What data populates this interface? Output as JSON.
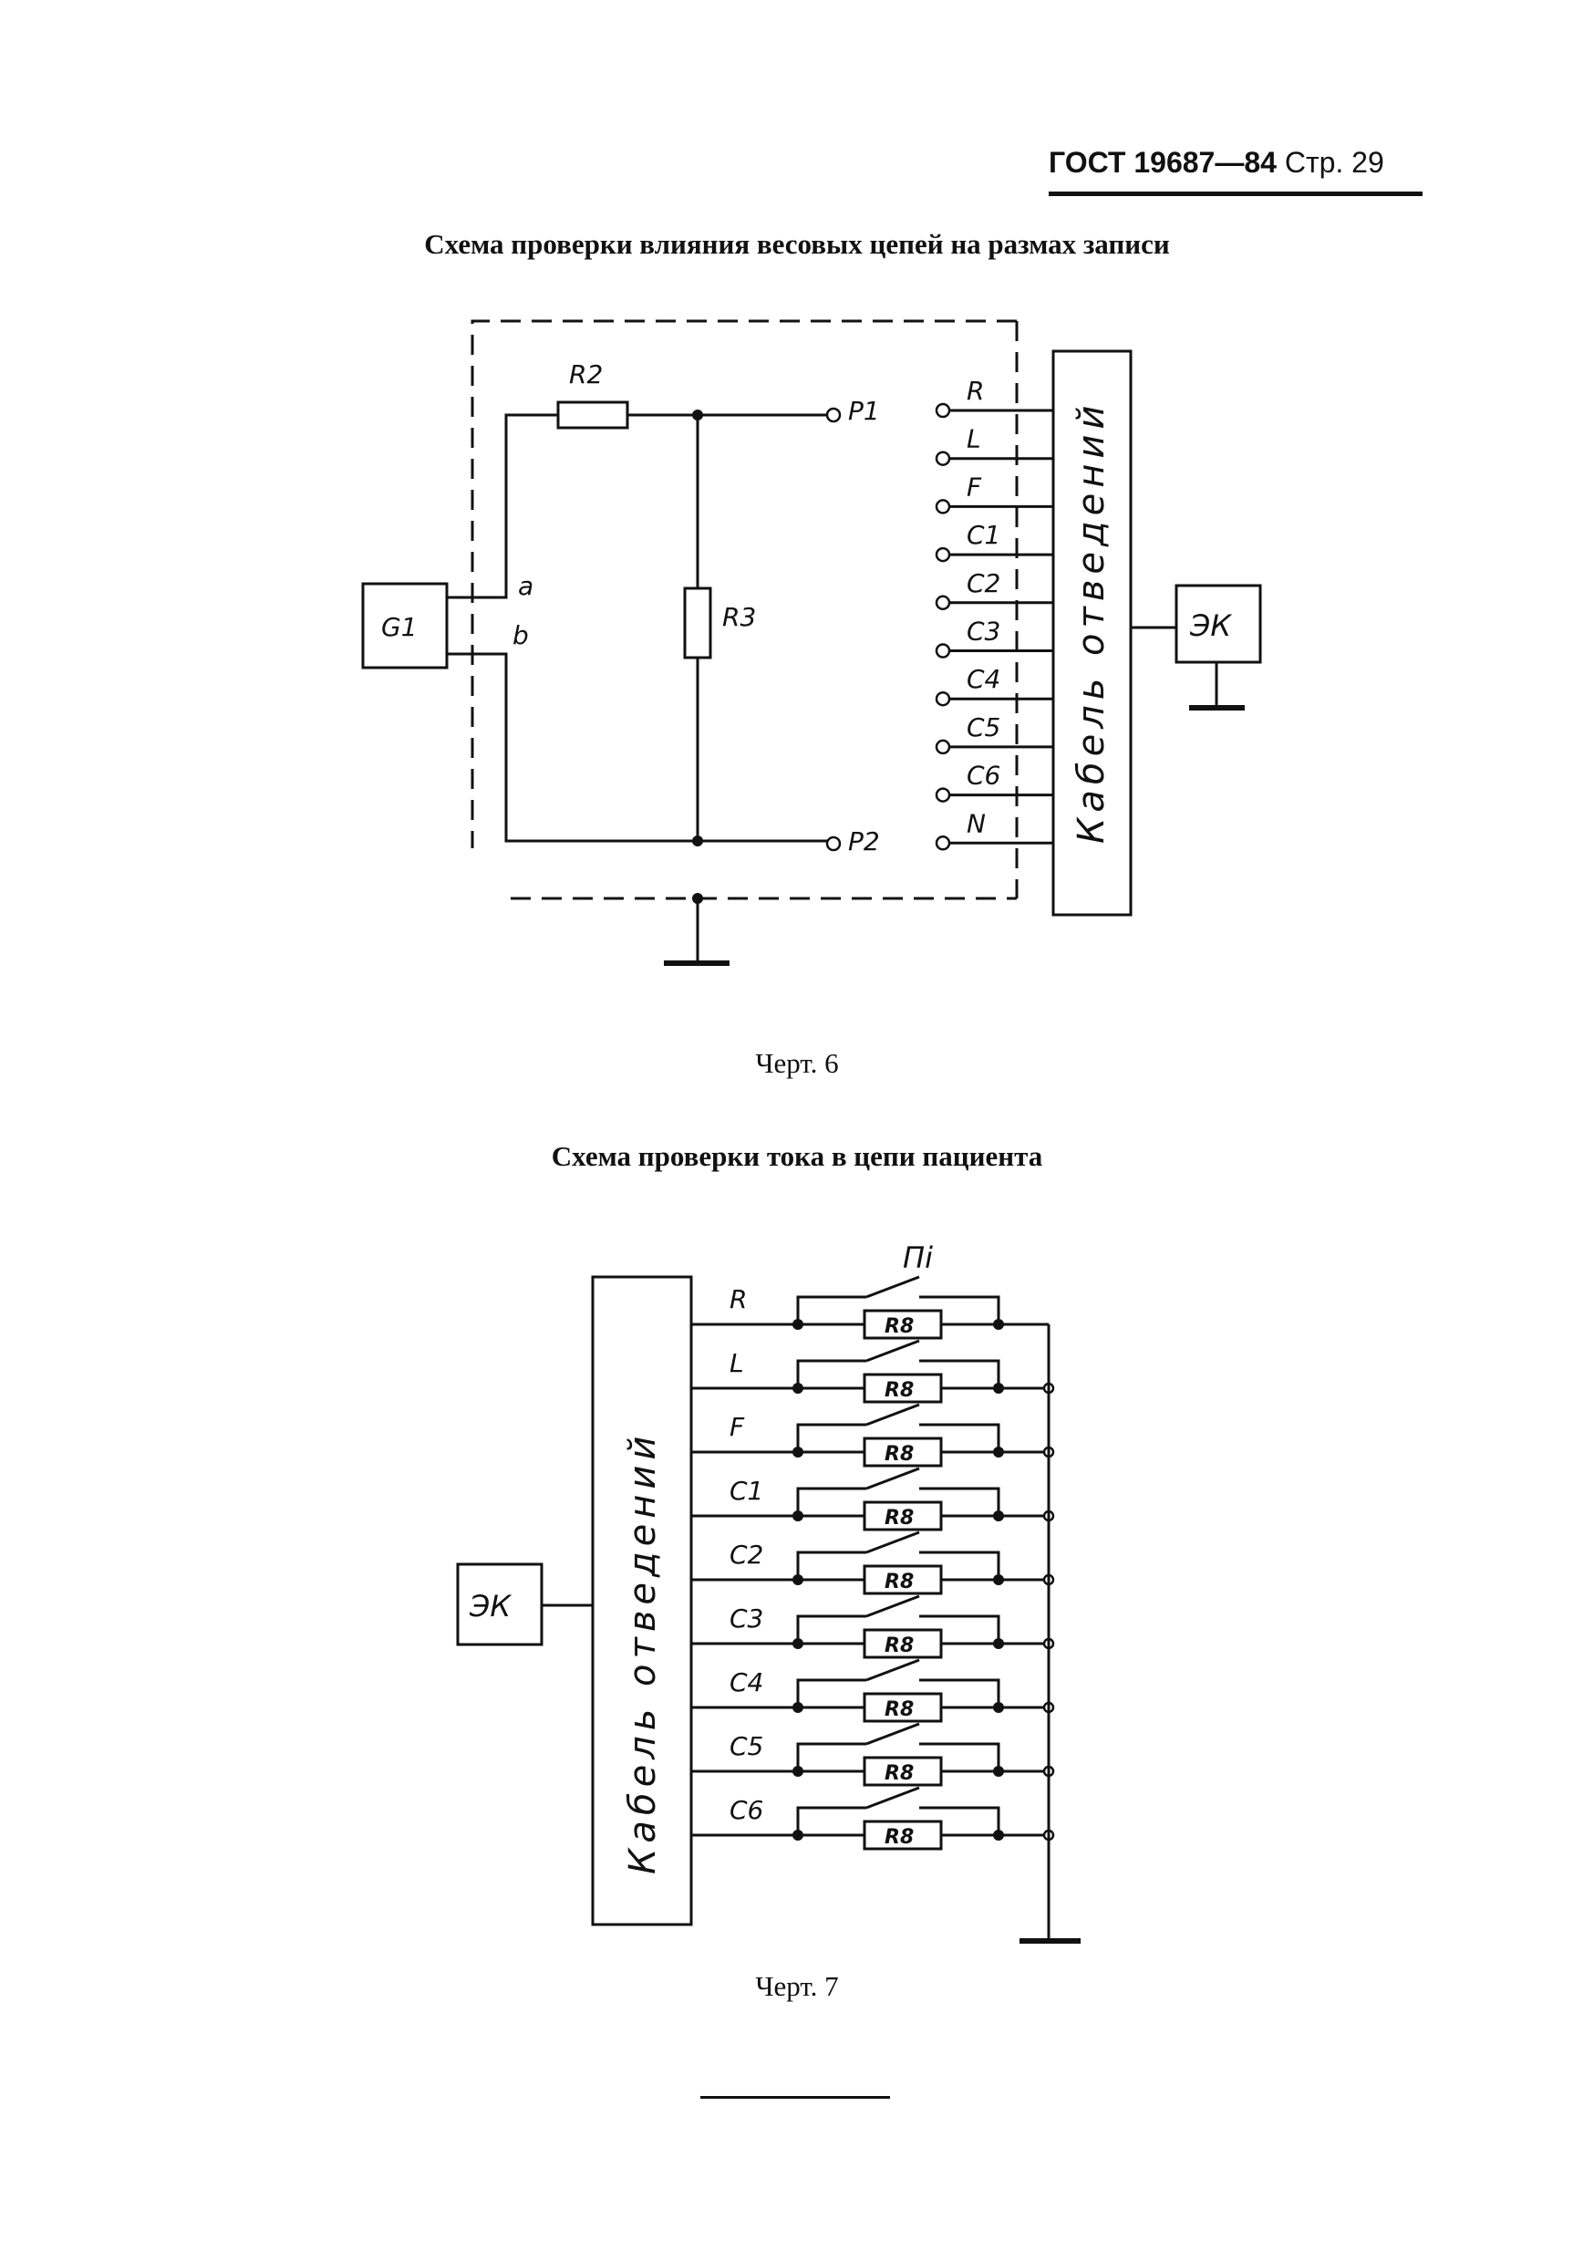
{
  "header": {
    "gost": "ГОСТ 19687—84",
    "page": "Стр. 29"
  },
  "figure6": {
    "title": "Схема проверки влияния весовых цепей на размах записи",
    "caption": "Черт. 6",
    "generator": "G1",
    "r2": "R2",
    "r3": "R3",
    "port_a": "a",
    "port_b": "b",
    "p1": "P1",
    "p2": "P2",
    "leads": [
      "R",
      "L",
      "F",
      "C1",
      "C2",
      "C3",
      "C4",
      "C5",
      "C6",
      "N"
    ],
    "cable": "Кабель отведений",
    "ek": "ЭК"
  },
  "figure7": {
    "title": "Схема проверки тока в цепи пациента",
    "caption": "Черт. 7",
    "switch_label": "Пi",
    "cable": "Кабель отведений",
    "ek": "ЭК",
    "leads": [
      "R",
      "L",
      "F",
      "C1",
      "C2",
      "C3",
      "C4",
      "C5",
      "C6"
    ],
    "resistor": "R8"
  }
}
